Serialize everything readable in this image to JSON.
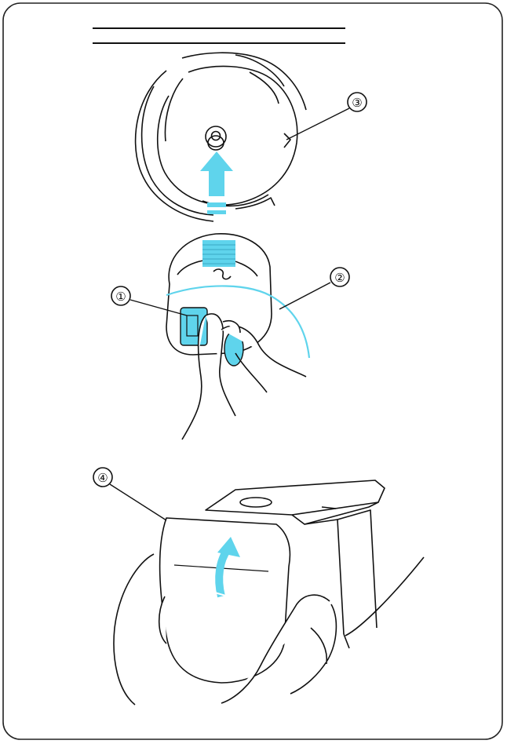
{
  "callouts": [
    {
      "id": "1",
      "label": "①"
    },
    {
      "id": "2",
      "label": "②"
    },
    {
      "id": "3",
      "label": "③"
    },
    {
      "id": "4",
      "label": "④"
    }
  ],
  "colors": {
    "line": "#1a1a1a",
    "accent": "#5fd4ec",
    "accent_dark": "#3aa9c4",
    "frame": "#222222"
  },
  "icons": [
    "up-arrow-icon",
    "curved-arrow-icon"
  ]
}
